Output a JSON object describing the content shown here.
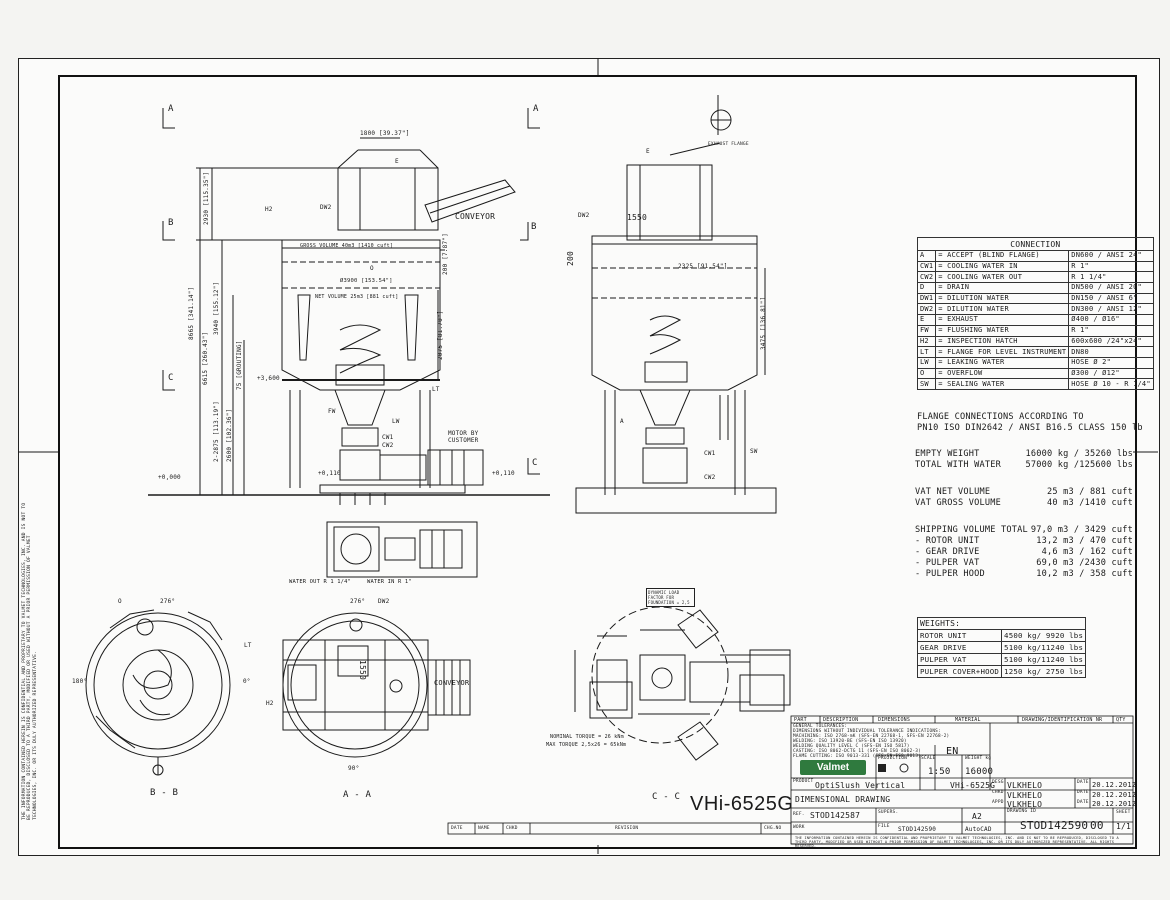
{
  "section_markers": {
    "a": "A",
    "b": "B",
    "c": "C"
  },
  "view_labels": {
    "bb": "B - B",
    "aa": "A - A",
    "cc": "C - C"
  },
  "model_large": "VHi-6525G",
  "front_view_dims": {
    "top_width": "1800 [39.37\"]",
    "h2": "H2",
    "dw2": "DW2",
    "conveyor": "CONVEYOR",
    "gross_volume": "GROSS VOLUME 40m3 [1410 cuft]",
    "dia": "Ø3900 [153.54\"]",
    "net_volume": "NET VOLUME 25m3 [881 cuft]",
    "h_total": "8665 [341.14\"]",
    "h_2930": "2930 [115.35\"]",
    "h_6615": "6615 [260.43\"]",
    "h_3940": "3940 [155.12\"]",
    "h_2875": "2-2875 [113.19\"]",
    "h_2600": "2600 [102.36\"]",
    "h_2075": "2075 [81.70\"]",
    "h_200": "200 [7.87\"]",
    "grouting": "75 [GROUTING]",
    "elev_3600": "+3,600",
    "elev_0": "+0,000",
    "elev_110a": "+0,110",
    "elev_110b": "+0,110",
    "motor_note": "MOTOR BY CUSTOMER",
    "fw": "FW",
    "lw": "LW",
    "lt": "LT",
    "cw1": "CW1",
    "cw2": "CW2",
    "o": "O",
    "e": "E",
    "sw": "SW",
    "a_lbl": "A",
    "water_out": "WATER OUT R 1 1/4\"",
    "water_in": "WATER IN  R 1\""
  },
  "side_view_dims": {
    "d1550": "1550",
    "d200": "200",
    "d2325": "2325 [91.54\"]",
    "d3475": "3475 [136.81\"]",
    "exhaust": "EXHAUST FLANGE",
    "e": "E"
  },
  "plan_view_dims": {
    "bb_dim": "276°",
    "aa_dim": "276°",
    "aa_1550": "1550",
    "angle_180": "180°",
    "angle_0": "0°",
    "angle_90": "90°",
    "conveyor": "CONVEYOR",
    "cc_note": "DYNAMIC LOAD FACTOR FOR FOUNDATION = 2,5",
    "nominal_torque": "NOMINAL TORQUE = 26 kNm",
    "max_torque": "MAX TORQUE 2,5x26 = 65kNm"
  },
  "connection_table": {
    "title": "CONNECTION",
    "rows": [
      {
        "code": "A",
        "desc": "= ACCEPT  (BLIND FLANGE)",
        "spec": "DN600 / ANSI 24\""
      },
      {
        "code": "CW1",
        "desc": "= COOLING WATER IN",
        "spec": "R 1\""
      },
      {
        "code": "CW2",
        "desc": "= COOLING WATER OUT",
        "spec": "R 1 1/4\""
      },
      {
        "code": "D",
        "desc": "= DRAIN",
        "spec": "DN500 / ANSI 20\""
      },
      {
        "code": "DW1",
        "desc": "= DILUTION WATER",
        "spec": "DN150 / ANSI 6\""
      },
      {
        "code": "DW2",
        "desc": "= DILUTION WATER",
        "spec": "DN300 / ANSI 12\""
      },
      {
        "code": "E",
        "desc": "= EXHAUST",
        "spec": "Ø400 / Ø16\""
      },
      {
        "code": "FW",
        "desc": "= FLUSHING WATER",
        "spec": "R 1\""
      },
      {
        "code": "H2",
        "desc": "= INSPECTION HATCH",
        "spec": "600x600 /24\"x24\""
      },
      {
        "code": "LT",
        "desc": "= FLANGE FOR LEVEL INSTRUMENT",
        "spec": "DN80"
      },
      {
        "code": "LW",
        "desc": "= LEAKING WATER",
        "spec": "HOSE Ø 2\""
      },
      {
        "code": "O",
        "desc": "= OVERFLOW",
        "spec": "Ø300 / Ø12\""
      },
      {
        "code": "SW",
        "desc": "= SEALING WATER",
        "spec": "HOSE Ø 10 - R 1/4\""
      }
    ]
  },
  "flange_note": [
    "FLANGE CONNECTIONS ACCORDING TO",
    "PN10 ISO  DIN2642 / ANSI B16.5 CLASS 150 lb"
  ],
  "weights_block": [
    {
      "label": "EMPTY WEIGHT",
      "value": "16000 kg / 35260 lbs"
    },
    {
      "label": "TOTAL WITH WATER",
      "value": "57000 kg /125600 lbs"
    }
  ],
  "volume_block": [
    {
      "label": "VAT NET VOLUME",
      "value": "25 m3 / 881 cuft"
    },
    {
      "label": "VAT GROSS VOLUME",
      "value": "40 m3 /1410 cuft"
    }
  ],
  "shipping_block": [
    {
      "label": "SHIPPING VOLUME TOTAL",
      "value": "97,0 m3 / 3429 cuft"
    },
    {
      "label": "- ROTOR UNIT",
      "value": "13,2 m3 /  470 cuft"
    },
    {
      "label": "- GEAR DRIVE",
      "value": "4,6 m3 /  162 cuft"
    },
    {
      "label": "- PULPER VAT",
      "value": "69,0 m3 /2430 cuft"
    },
    {
      "label": "- PULPER HOOD",
      "value": "10,2 m3 /  358 cuft"
    }
  ],
  "weights_table": {
    "title": "WEIGHTS:",
    "rows": [
      {
        "label": "ROTOR UNIT",
        "value": "4500 kg/ 9920 lbs"
      },
      {
        "label": "GEAR DRIVE",
        "value": "5100 kg/11240 lbs"
      },
      {
        "label": "PULPER VAT",
        "value": "5100 kg/11240 lbs"
      },
      {
        "label": "PULPER COVER+HOOD",
        "value": "1250 kg/ 2750 lbs"
      }
    ]
  },
  "title_block": {
    "col_part": "PART",
    "col_description": "DESCRIPTION",
    "col_dimensions": "DIMENSIONS",
    "col_material": "MATERIAL",
    "col_drawing": "DRAWING/IDENTIFICATION NR",
    "col_qty": "QTY",
    "tolerances": [
      "GENERAL TOLERANCES:",
      "DIMENSIONS WITHOUT INDIVIDUAL TOLERANCE INDICATIONS:",
      "MACHINING:  ISO 2768-mK (SFS-EN 22768-1, SFS-EN 22768-2)",
      "WELDING:  ISO 13920-BE (SFS-EN ISO 13920)",
      "WELDING QUALITY LEVEL C (SFS-EN ISO 5817)",
      "CASTING:  ISO 8062-DCTG 11 (SFS-EN ISO 8062-3)",
      "FLAME CUTTING: ISO 9013-331 (SFS-EN ISO 9013)"
    ],
    "lang": "EN",
    "projection_label": "PROJECTION",
    "scale_label": "SCALE",
    "scale": "1:50",
    "weight_label": "WEIGHT kg",
    "weight": "16000",
    "product_label": "PRODUCT",
    "product": "OptiSlush Vertical",
    "product_code": "VHi-6525G",
    "title": "DIMENSIONAL DRAWING",
    "ref_label": "REF.",
    "ref": "STOD142587",
    "supers_label": "SUPERS.",
    "size": "A2",
    "work_label": "WORK",
    "file_label": "FILE",
    "file": "STOD142590",
    "software": "AutoCAD",
    "desig_label": "DESG",
    "desig": "VLKHELO",
    "chkd_label": "CHKD",
    "chkd": "VLKHELO",
    "appd_label": "APPD",
    "appd": "VLKHELO",
    "date_label": "DATE",
    "date1": "20.12.2012",
    "date2": "20.12.2012",
    "date3": "20.12.2012",
    "drawing_no_label": "DRAWING ID",
    "drawing_no": "STOD142590",
    "revision": "00",
    "sheet_label": "SHEET",
    "sheet": "1/1",
    "confidential": "THE INFORMATION CONTAINED HEREIN IS CONFIDENTIAL AND PROPRIETARY TO VALMET TECHNOLOGIES, INC. AND IS NOT TO BE REPRODUCED, DISCLOSED TO A THIRD PARTY, MODIFIED OR USED WITHOUT A PRIOR PERMISSION OF VALMET TECHNOLOGIES, INC. OR ITS DULY AUTHORIZED REPRESENTATIVE. ALL RIGHTS RESERVED.",
    "rev_date": "DATE",
    "rev_name": "NAME",
    "rev_chkd": "CHKD",
    "rev_revision": "REVISION",
    "rev_chgno": "CHG.NO"
  },
  "logo": "Valmet",
  "side_confidential": "THE INFORMATION CONTAINED HEREIN IS CONFIDENTIAL AND PROPRIETARY TO VALMET TECHNOLOGIES, INC. AND IS NOT TO BE REPRODUCED, DISCLOSED TO A THIRD PARTY, MODIFIED OR USED WITHOUT A PRIOR PERMISSION OF VALMET TECHNOLOGIES, INC. OR ITS DULY AUTHORIZED REPRESENTATIVE."
}
